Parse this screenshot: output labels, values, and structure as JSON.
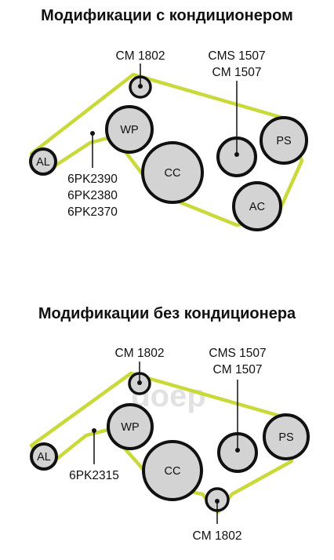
{
  "diagram1": {
    "title": "Модификации с кондиционером",
    "idler_label": "CM 1802",
    "tensioner_label_1": "CMS 1507",
    "tensioner_label_2": "CM 1507",
    "belt_label_1": "6PK2390",
    "belt_label_2": "6PK2380",
    "belt_label_3": "6PK2370",
    "pulleys": {
      "wp": "WP",
      "cc": "CC",
      "ps": "PS",
      "ac": "AC",
      "al": "AL"
    }
  },
  "diagram2": {
    "title": "Модификации без кондиционера",
    "idler_label": "CM 1802",
    "tensioner_label_1": "CMS 1507",
    "tensioner_label_2": "CM 1507",
    "belt_label": "6PK2315",
    "idler2_label": "CM 1802",
    "pulleys": {
      "wp": "WP",
      "cc": "CC",
      "ps": "PS",
      "al": "AL"
    }
  },
  "watermark": "doep",
  "colors": {
    "belt": "#c9d93a",
    "pulley_fill": "#d3d3d3",
    "pulley_stroke": "#111111",
    "watermark": "#e2e2e2"
  }
}
